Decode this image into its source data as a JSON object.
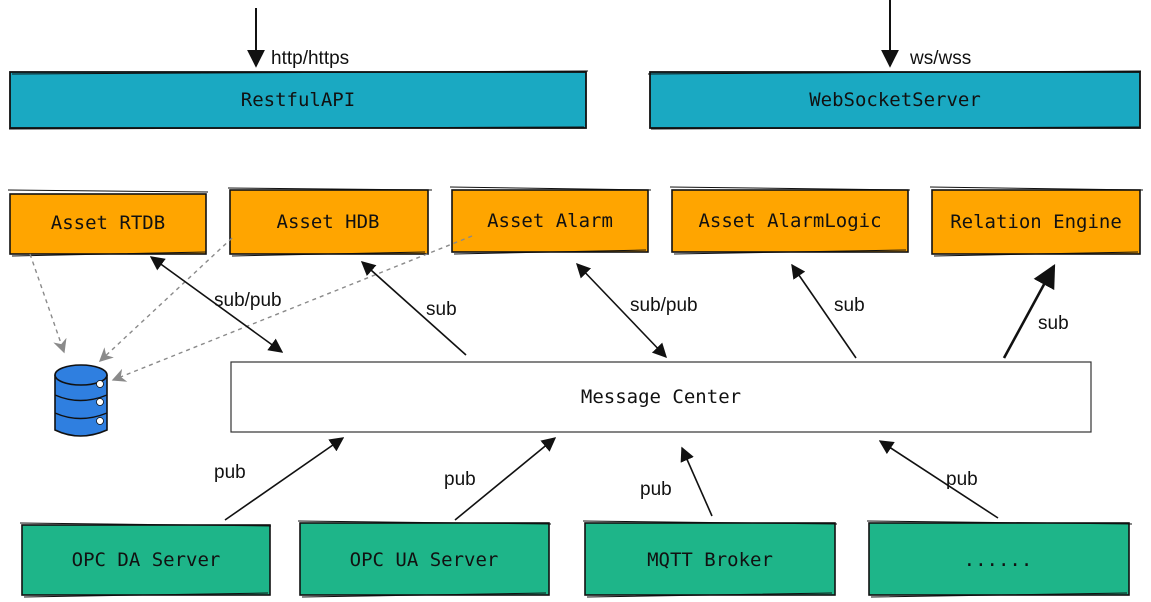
{
  "colors": {
    "api_fill": "#1aa9c2",
    "asset_fill": "#ffa500",
    "source_fill": "#1eb589",
    "db_fill": "#2f7fe0",
    "center_fill": "#ffffff",
    "stroke": "#111111",
    "dashed": "#888888"
  },
  "inputs": {
    "http_label": "http/https",
    "ws_label": "ws/wss"
  },
  "top_boxes": {
    "restful_api": "RestfulAPI",
    "websocket_server": "WebSocketServer"
  },
  "asset_boxes": {
    "rtdb": "Asset RTDB",
    "hdb": "Asset HDB",
    "alarm": "Asset Alarm",
    "alarm_logic": "Asset AlarmLogic",
    "relation_engine": "Relation Engine"
  },
  "message_center": "Message Center",
  "source_boxes": {
    "opc_da": "OPC DA Server",
    "opc_ua": "OPC UA Server",
    "mqtt": "MQTT Broker",
    "more": "......"
  },
  "edge_labels": {
    "rtdb": "sub/pub",
    "hdb": "sub",
    "alarm": "sub/pub",
    "alarm_logic": "sub",
    "relation": "sub",
    "opc_da": "pub",
    "opc_ua": "pub",
    "mqtt": "pub",
    "more": "pub"
  },
  "database": {
    "icon": "database-icon"
  }
}
